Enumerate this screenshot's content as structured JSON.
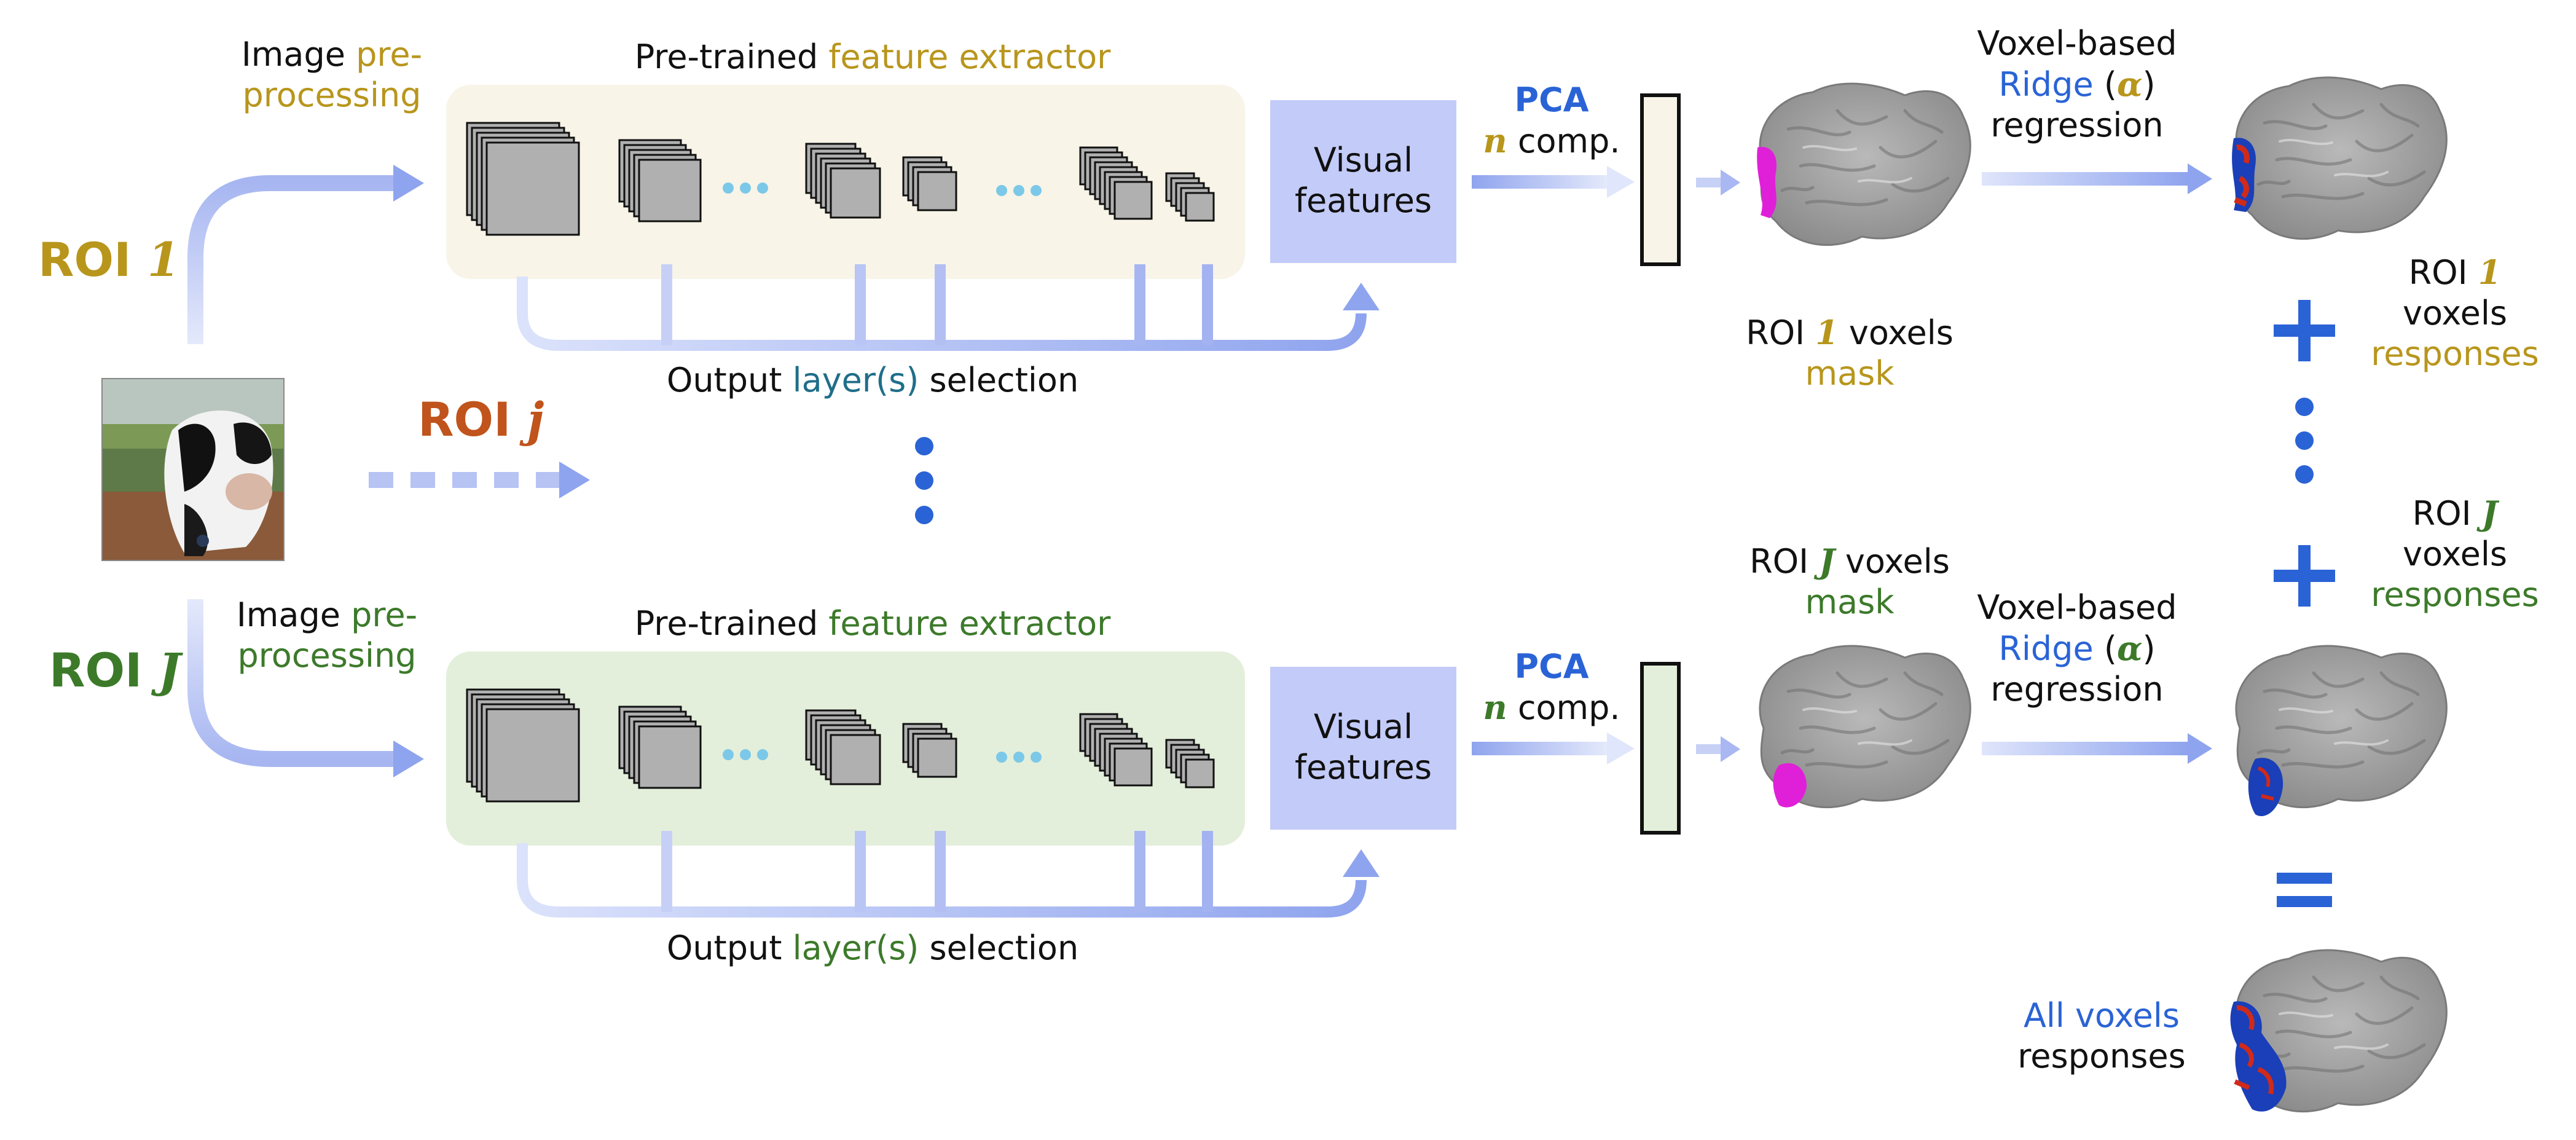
{
  "colors": {
    "gold": "#b8961c",
    "green": "#3c7a2a",
    "blue": "#2a63d6",
    "teal": "#1f6e8a",
    "roi_j": "#c0541c",
    "arrow": "#8fa4ee",
    "feature_box": "#c3cbf8",
    "panel_top": "#f8f4e8",
    "panel_bottom": "#e3efdb",
    "mask": "#e020d8",
    "dots": "#7cc8e8"
  },
  "icons": {
    "input_image": "cow-photo",
    "brain": "brain-cortex-flatmap",
    "feature_maps": "stacked-feature-maps"
  },
  "text": {
    "roi_1": {
      "prefix": "ROI ",
      "index": "1"
    },
    "roi_j_mid": {
      "prefix": "ROI ",
      "index": "j"
    },
    "roi_J": {
      "prefix": "ROI ",
      "index": "J"
    },
    "image_pre": "Image ",
    "pre": "pre-",
    "processing": "processing",
    "pretrained": "Pre-trained ",
    "feature_extractor": "feature extractor",
    "visual": "Visual",
    "features": "features",
    "pca": "PCA",
    "n": "n",
    "comp": " comp.",
    "output": "Output ",
    "layers": "layer(s)",
    "selection": " selection",
    "voxel_based": "Voxel-based",
    "ridge": "Ridge",
    "alpha": "α",
    "regression": "regression",
    "roi": "ROI ",
    "voxels": " voxels",
    "voxels_word": "voxels",
    "mask": "mask",
    "responses": "responses",
    "all_voxels": "All voxels",
    "ellipsis": "• • •"
  }
}
